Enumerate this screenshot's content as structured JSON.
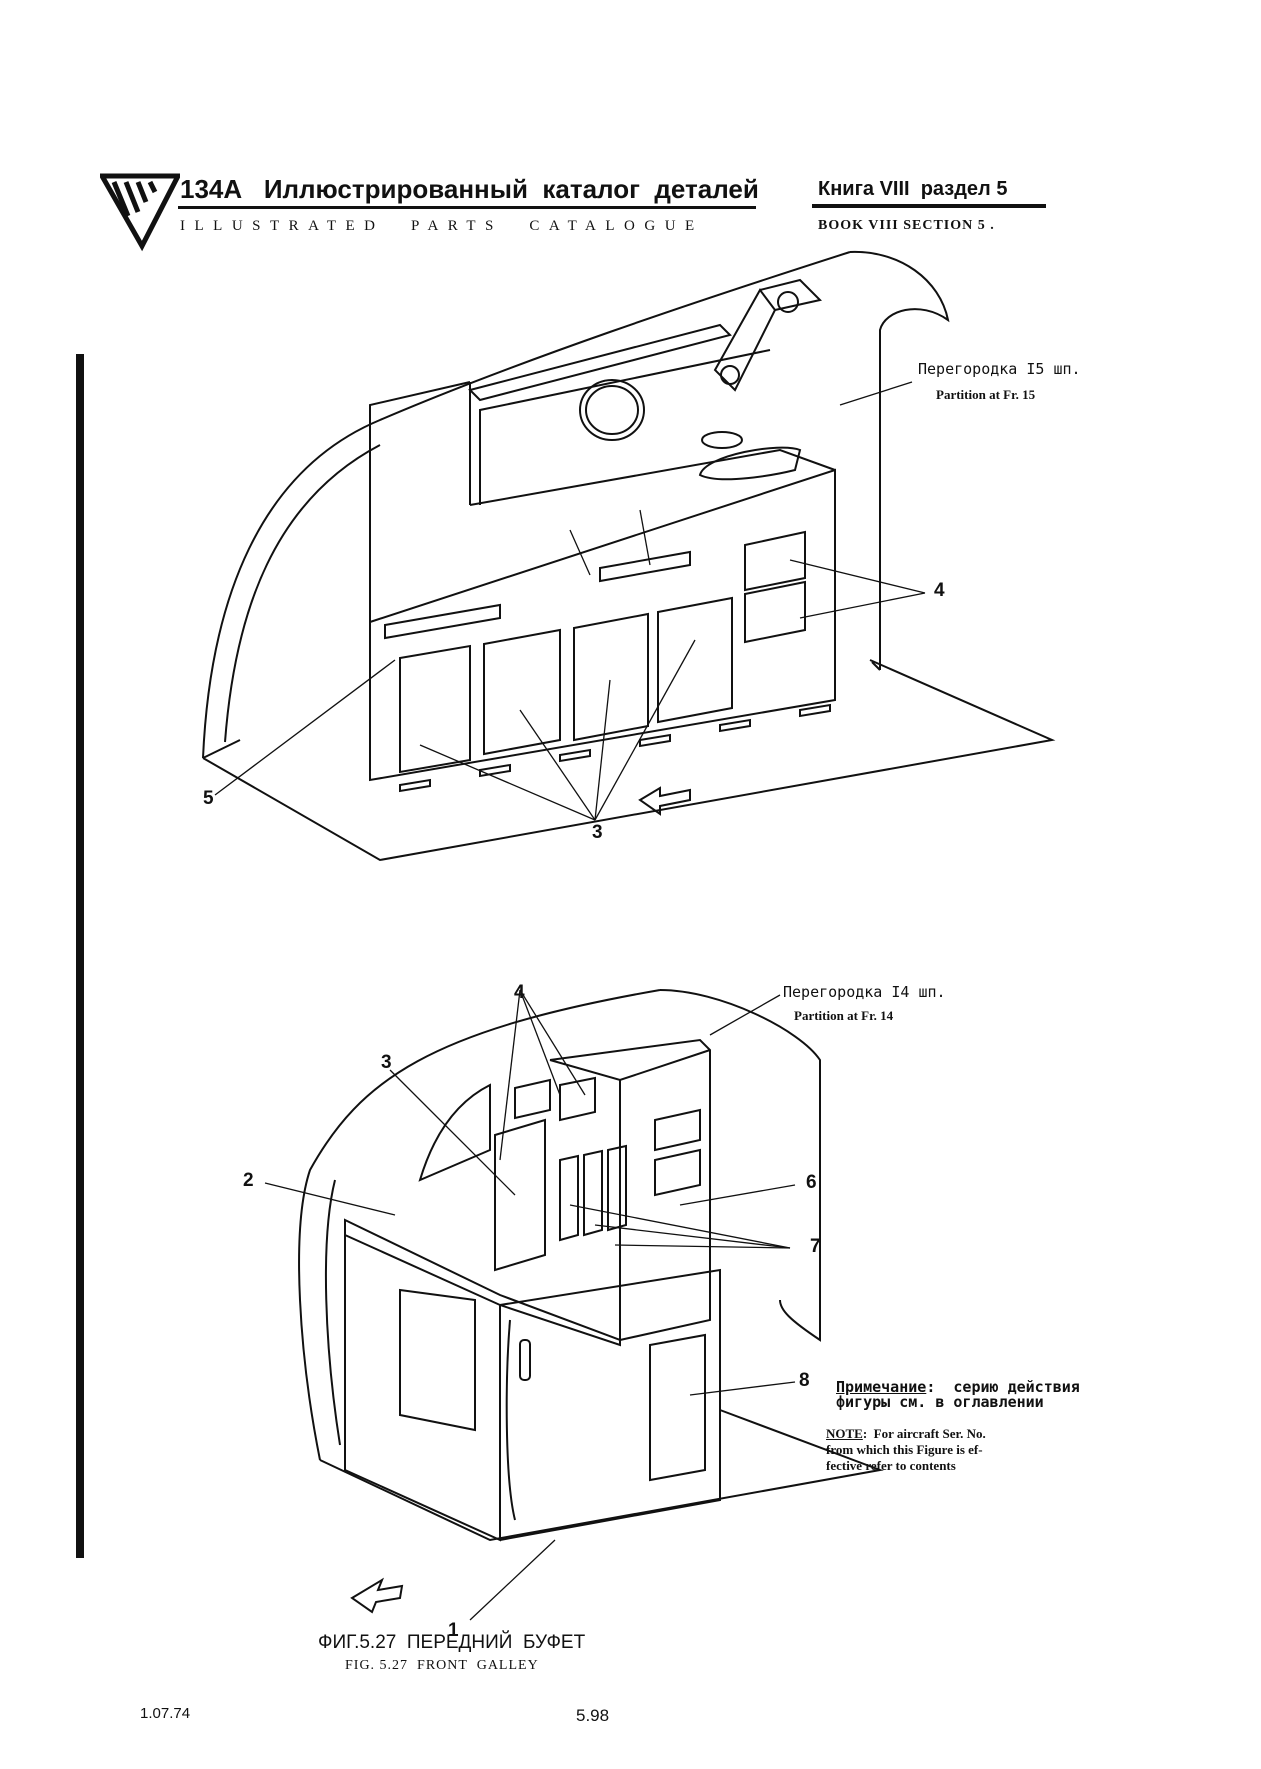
{
  "header": {
    "model": "134A",
    "title_ru": "Иллюстрированный  каталог  деталей",
    "title_en": "ILLUSTRATED  PARTS  CATALOGUE",
    "book_ru": "Книга VIII  раздел 5",
    "book_en": "BOOK VIII SECTION 5 ."
  },
  "figure_top": {
    "partition_ru": "Перегородка I5 шп.",
    "partition_en": "Partition at Fr. 15",
    "callouts": [
      "5",
      "3",
      "4"
    ]
  },
  "figure_bottom": {
    "partition_ru": "Перегородка I4 шп.",
    "partition_en": "Partition at Fr. 14",
    "callouts": [
      "4",
      "3",
      "2",
      "6",
      "7",
      "8",
      "1"
    ],
    "note_ru_label": "Примечание",
    "note_ru_text_1": ":  серию действия",
    "note_ru_text_2": "фигуры см. в оглавлении",
    "note_en_label": "NOTE",
    "note_en_text_1": ":  For aircraft Ser. No.",
    "note_en_text_2": "from which this Figure is ef-",
    "note_en_text_3": "fective refer to contents"
  },
  "caption": {
    "ru": "ФИГ.5.27  ПЕРЕДНИЙ  БУФЕТ",
    "en": "FIG. 5.27  FRONT  GALLEY"
  },
  "footer": {
    "date": "1.07.74",
    "page": "5.98"
  }
}
